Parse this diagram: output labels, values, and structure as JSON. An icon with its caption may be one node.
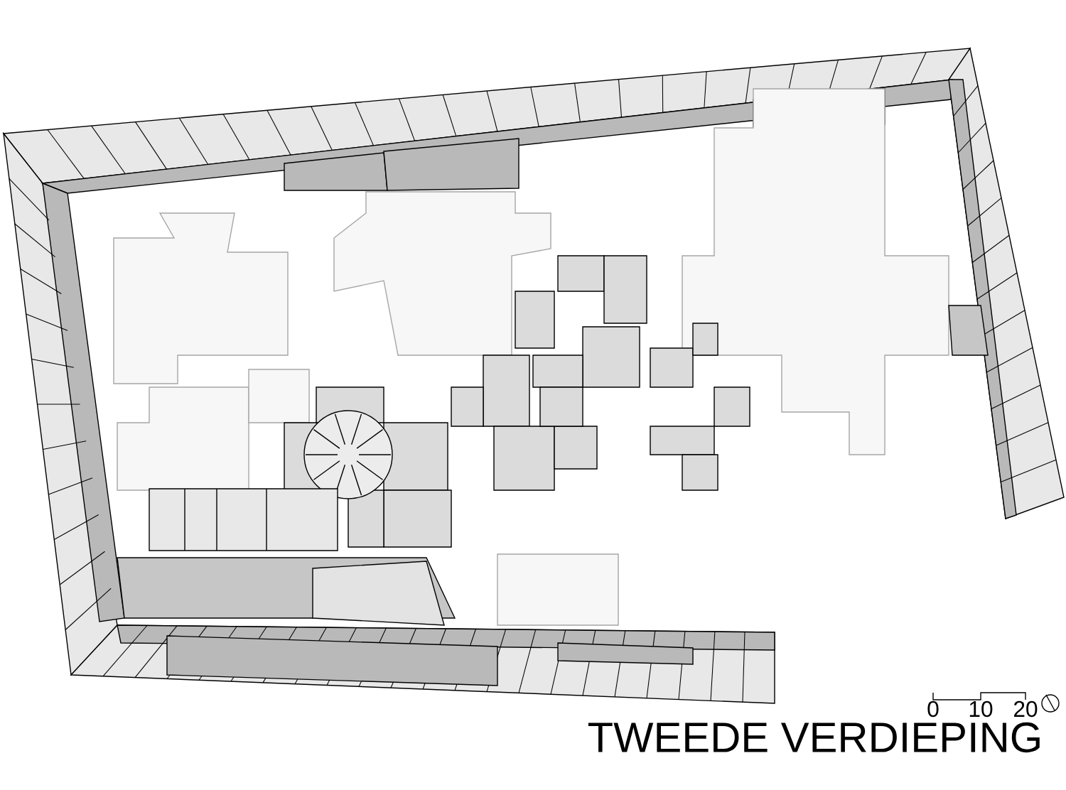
{
  "diagram": {
    "title": "TWEEDE VERDIEPING",
    "labels": [
      "0",
      "10",
      "20"
    ]
  }
}
